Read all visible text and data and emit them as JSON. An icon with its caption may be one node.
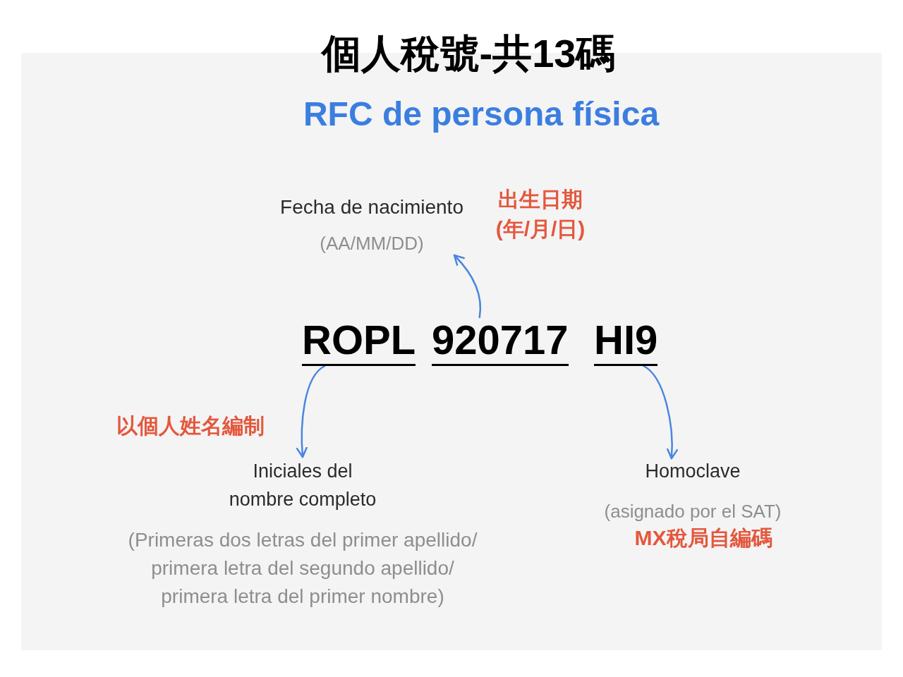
{
  "diagram": {
    "title": "個人稅號-共13碼",
    "nodes": [
      {
        "text": [
          "Fecha de nacimiento",
          "(AA/MM/DD)"
        ],
        "beside": [
          "出生日期(年/月/日)"
        ]
      },
      {
        "text": [
          "ROPL"
        ]
      },
      {
        "text": [
          "920717"
        ]
      },
      {
        "text": [
          "HI9"
        ]
      },
      {
        "text": [
          "Iniciales del nombre completo",
          "(Primeras dos letras del primer apellido/ primera letra del segundo apellido/ primera letra del primer nombre)"
        ],
        "beside": [
          "以個人姓名編制"
        ]
      },
      {
        "text": [
          "Homoclave",
          "(asignado por el SAT)"
        ],
        "beside": [
          "MX稅局自編碼"
        ]
      }
    ],
    "edges": [
      {
        "from": 2,
        "to": 0,
        "arrow": "to"
      },
      {
        "from": 1,
        "to": 4,
        "arrow": "to"
      },
      {
        "from": 3,
        "to": 5,
        "arrow": "to"
      }
    ],
    "labels": [
      "RFC de persona física"
    ]
  }
}
